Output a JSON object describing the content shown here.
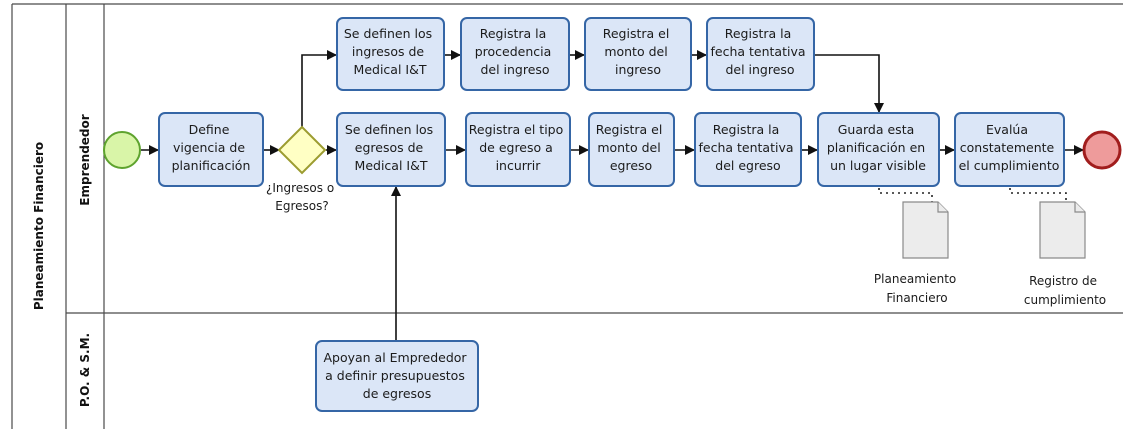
{
  "pool": {
    "title": "Planeamiento Financiero"
  },
  "lanes": [
    {
      "name": "Emprendedor"
    },
    {
      "name": "P.O. & S.M."
    }
  ],
  "tasks": [
    {
      "id": "t1",
      "lines": [
        "Define",
        "vigencia de",
        "planificación"
      ]
    },
    {
      "id": "t2",
      "lines": [
        "Se definen los",
        "ingresos de",
        "Medical I&T"
      ]
    },
    {
      "id": "t3",
      "lines": [
        "Registra la",
        "procedencia",
        "del ingreso"
      ]
    },
    {
      "id": "t4",
      "lines": [
        "Registra el",
        "monto del",
        "ingreso"
      ]
    },
    {
      "id": "t5",
      "lines": [
        "Registra la",
        "fecha tentativa",
        "del ingreso"
      ]
    },
    {
      "id": "t6",
      "lines": [
        "Se definen los",
        "egresos de",
        "Medical I&T"
      ]
    },
    {
      "id": "t7",
      "lines": [
        "Registra el tipo",
        "de egreso a",
        "incurrir"
      ]
    },
    {
      "id": "t8",
      "lines": [
        "Registra el",
        "monto del",
        "egreso"
      ]
    },
    {
      "id": "t9",
      "lines": [
        "Registra la",
        "fecha tentativa",
        "del egreso"
      ]
    },
    {
      "id": "t10",
      "lines": [
        "Guarda esta",
        "planificación en",
        "un lugar visible"
      ]
    },
    {
      "id": "t11",
      "lines": [
        "Evalúa",
        "constatemente",
        "el cumplimiento"
      ]
    },
    {
      "id": "t12",
      "lines": [
        "Apoyan al Emprededor",
        "a definir presupuestos",
        "de egresos"
      ]
    }
  ],
  "gateway": {
    "lines": [
      "¿Ingresos o",
      "Egresos?"
    ]
  },
  "documents": [
    {
      "id": "d1",
      "lines": [
        "Planeamiento",
        "Financiero"
      ]
    },
    {
      "id": "d2",
      "lines": [
        "Registro de",
        "cumplimiento"
      ]
    }
  ],
  "colors": {
    "task_fill": "#dbe6f7",
    "task_stroke": "#3566a6",
    "start_fill": "#d9f5a8",
    "start_stroke": "#5ea32e",
    "end_fill": "#ee9b9b",
    "end_stroke": "#a11d1d",
    "gateway_fill": "#ffffc4",
    "gateway_stroke": "#9c9c30"
  }
}
